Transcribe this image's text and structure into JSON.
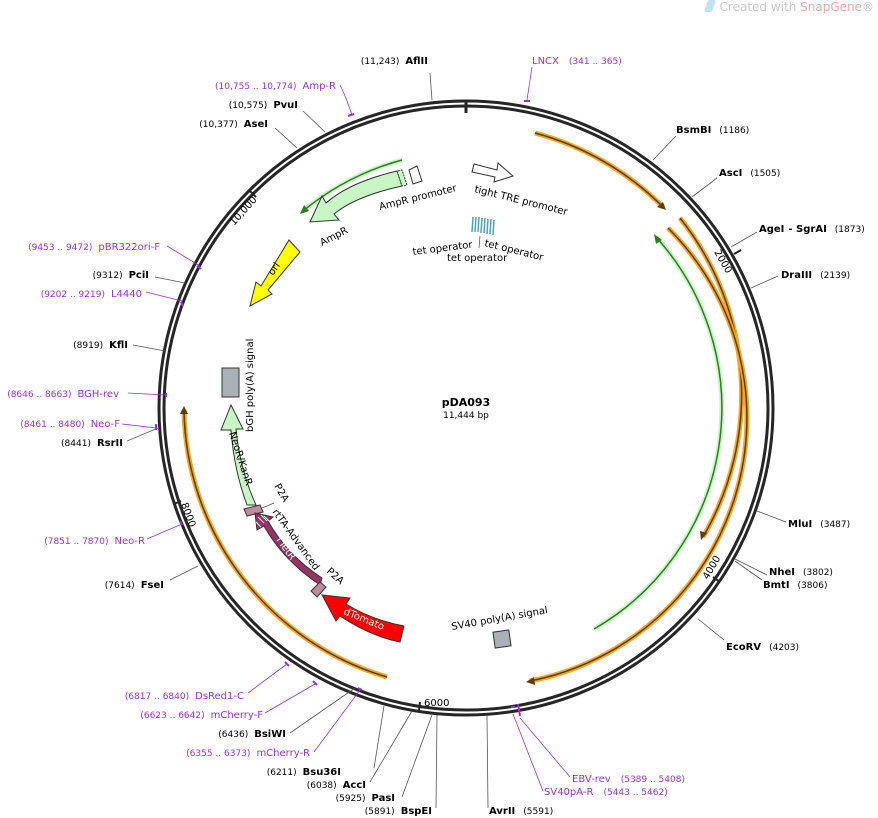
{
  "watermark": {
    "prefix": "Created with ",
    "brand": "SnapGene",
    "suffix": "®"
  },
  "plasmid": {
    "name": "pDA093",
    "size": "11,444 bp",
    "length": 11444
  },
  "colors": {
    "backbone": "#262626",
    "orange": "#f5a623",
    "green_line": "#2e7d1e",
    "promoter_fill": "#ffffff",
    "ampr_fill": "#c8f7c5",
    "ori_fill": "#ffff00",
    "neo_fill": "#c8f7c5",
    "rtetr_fill": "#993366",
    "p2a_fill": "#c08b9e",
    "dtomato_fill": "#ff0000",
    "polya_fill": "#a9b0b8",
    "tetop_fill": "#4aa3b8",
    "primer": "#9b30d9",
    "site_label": "#000000"
  },
  "tick_labels": [
    "2000",
    "4000",
    "6000",
    "8000",
    "10,000"
  ],
  "restriction_sites": [
    {
      "name": "AflII",
      "pos": "(11,243)",
      "layout": "pos-first"
    },
    {
      "name": "PvuI",
      "pos": "(10,575)",
      "layout": "pos-first"
    },
    {
      "name": "AseI",
      "pos": "(10,377)",
      "layout": "pos-first"
    },
    {
      "name": "PciI",
      "pos": "(9312)",
      "layout": "pos-first"
    },
    {
      "name": "KflI",
      "pos": "(8919)",
      "layout": "pos-first"
    },
    {
      "name": "RsrII",
      "pos": "(8441)",
      "layout": "pos-first"
    },
    {
      "name": "FseI",
      "pos": "(7614)",
      "layout": "pos-first"
    },
    {
      "name": "BsiWI",
      "pos": "(6436)",
      "layout": "pos-first"
    },
    {
      "name": "Bsu36I",
      "pos": "(6211)",
      "layout": "pos-first"
    },
    {
      "name": "AccI",
      "pos": "(6038)",
      "layout": "pos-first"
    },
    {
      "name": "PasI",
      "pos": "(5925)",
      "layout": "pos-first"
    },
    {
      "name": "BspEI",
      "pos": "(5891)",
      "layout": "pos-first"
    },
    {
      "name": "AvrII",
      "pos": "(5591)",
      "layout": "name-first"
    },
    {
      "name": "BsmBI",
      "pos": "(1186)",
      "layout": "name-first"
    },
    {
      "name": "AscI",
      "pos": "(1505)",
      "layout": "name-first"
    },
    {
      "name": "AgeI",
      "pos": "(1873)",
      "layout": "name-first",
      "extra": "- SgrAI"
    },
    {
      "name": "DraIII",
      "pos": "(2139)",
      "layout": "name-first"
    },
    {
      "name": "MluI",
      "pos": "(3487)",
      "layout": "name-first"
    },
    {
      "name": "NheI",
      "pos": "(3802)",
      "layout": "name-first"
    },
    {
      "name": "BmtI",
      "pos": "(3806)",
      "layout": "name-first"
    },
    {
      "name": "EcoRV",
      "pos": "(4203)",
      "layout": "name-first"
    }
  ],
  "primers": [
    {
      "name": "Amp-R",
      "range": "(10,755 .. 10,774)",
      "layout": "range-first"
    },
    {
      "name": "LNCX",
      "range": "(341 .. 365)",
      "layout": "name-first"
    },
    {
      "name": "pBR322ori-F",
      "range": "(9453 .. 9472)",
      "layout": "range-first"
    },
    {
      "name": "L4440",
      "range": "(9202 .. 9219)",
      "layout": "range-first"
    },
    {
      "name": "BGH-rev",
      "range": "(8646 .. 8663)",
      "layout": "range-first"
    },
    {
      "name": "Neo-F",
      "range": "(8461 .. 8480)",
      "layout": "range-first"
    },
    {
      "name": "Neo-R",
      "range": "(7851 .. 7870)",
      "layout": "range-first"
    },
    {
      "name": "DsRed1-C",
      "range": "(6817 .. 6840)",
      "layout": "range-first"
    },
    {
      "name": "mCherry-F",
      "range": "(6623 .. 6642)",
      "layout": "range-first"
    },
    {
      "name": "mCherry-R",
      "range": "(6355 .. 6373)",
      "layout": "range-first"
    },
    {
      "name": "EBV-rev",
      "range": "(5389 .. 5408)",
      "layout": "name-first"
    },
    {
      "name": "SV40pA-R",
      "range": "(5443 .. 5462)",
      "layout": "name-first"
    }
  ],
  "features": {
    "ampr_promoter": "AmpR promoter",
    "ampr": "AmpR",
    "ori": "ori",
    "tight_tre": "tight TRE promoter",
    "tet_operator": "tet operator",
    "bgh_polya": "bGH poly(A) signal",
    "neo": "NeoR/KanR",
    "p2a": "P2A",
    "rtta_advanced": "rtTA-Advanced",
    "rtetr": "rTetR",
    "p2a_2": "P2A",
    "dtomato": "dTomato",
    "sv40_polya": "SV40 poly(A) signal"
  }
}
